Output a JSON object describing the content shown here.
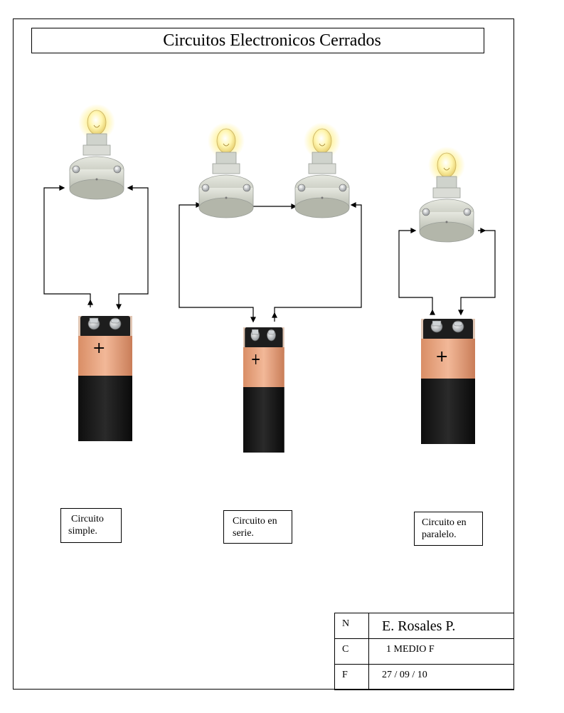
{
  "title": "Circuitos Electronicos Cerrados",
  "circuits": [
    {
      "id": "simple",
      "label_lines": [
        "Circuito",
        "simple."
      ]
    },
    {
      "id": "serie",
      "label_lines": [
        "Circuito en",
        "serie."
      ]
    },
    {
      "id": "paralelo",
      "label_lines": [
        "Circuito en",
        "paralelo."
      ]
    }
  ],
  "battery": {
    "terminal_symbol": "+"
  },
  "info_table": {
    "rows": [
      {
        "key": "N",
        "value": "E. Rosales P."
      },
      {
        "key": "C",
        "value": "1 MEDIO F"
      },
      {
        "key": "F",
        "value": "27 / 09 / 10"
      }
    ]
  },
  "colors": {
    "battery_top": "#e8a07a",
    "battery_body": "#1a1a1a",
    "bulb_glow": "#fff3a0",
    "socket": "#d9dcd2",
    "wire": "#000000"
  }
}
